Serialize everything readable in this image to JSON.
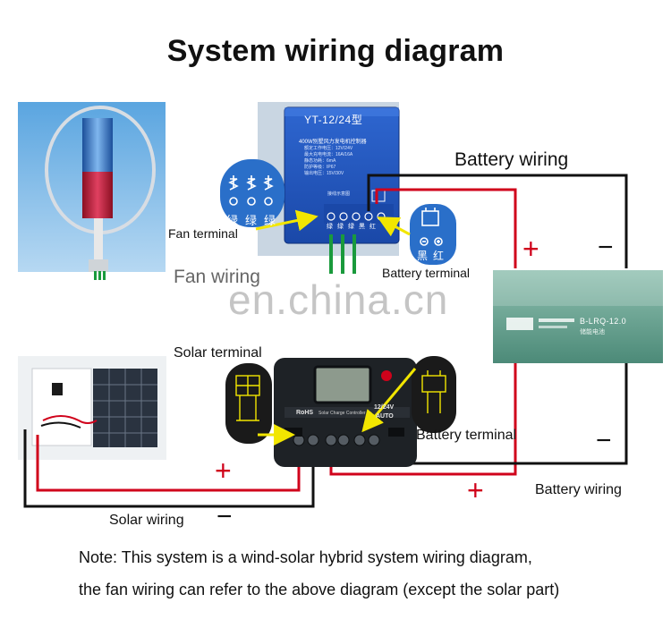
{
  "title": "System wiring diagram",
  "labels": {
    "battery_wiring_top": "Battery wiring",
    "fan_terminal": "Fan terminal",
    "fan_wiring": "Fan wiring",
    "battery_terminal_top": "Battery terminal",
    "solar_terminal": "Solar terminal",
    "battery_terminal_bottom": "Battery terminal",
    "battery_wiring_bottom": "Battery wiring",
    "solar_wiring": "Solar wiring"
  },
  "wind_controller": {
    "model": "YT-12/24型",
    "subtitle": "400W别墅风力发电机控制器",
    "specs": [
      "额定工作电压：12V/24V",
      "最大充电电流：16A/16A",
      "静态功耗：6mA",
      "防护等级：IP67",
      "输出电压：15V/30V"
    ],
    "footer": "接线示意图",
    "terminal_labels": [
      "绿",
      "绿",
      "绿",
      "黑",
      "红"
    ]
  },
  "fan_callout": {
    "labels": [
      "绿",
      "绿",
      "绿"
    ]
  },
  "battery_callout": {
    "labels": [
      "黑",
      "红"
    ]
  },
  "battery": {
    "brand": "B-LRQ-12.0",
    "small_text": "储能电池"
  },
  "solar_controller": {
    "badge": "RoHS",
    "label": "Solar Charge Controller",
    "voltage": "12/24V",
    "mode": "AUTO"
  },
  "watermark": "en.china.cn",
  "note": {
    "line1": "Note: This system is a wind-solar hybrid system wiring diagram,",
    "line2": "the fan wiring can refer to the above diagram (except the solar part)"
  },
  "symbols": {
    "plus": "+",
    "minus": "−"
  },
  "colors": {
    "positive_wire": "#d0021b",
    "negative_wire": "#111111",
    "fan_wire": "#1a9a3c",
    "arrow": "#f2e600",
    "controller_blue": "#1d56c2",
    "battery_green": "#5f9c8a",
    "callout_blue": "#2a6fc9"
  }
}
